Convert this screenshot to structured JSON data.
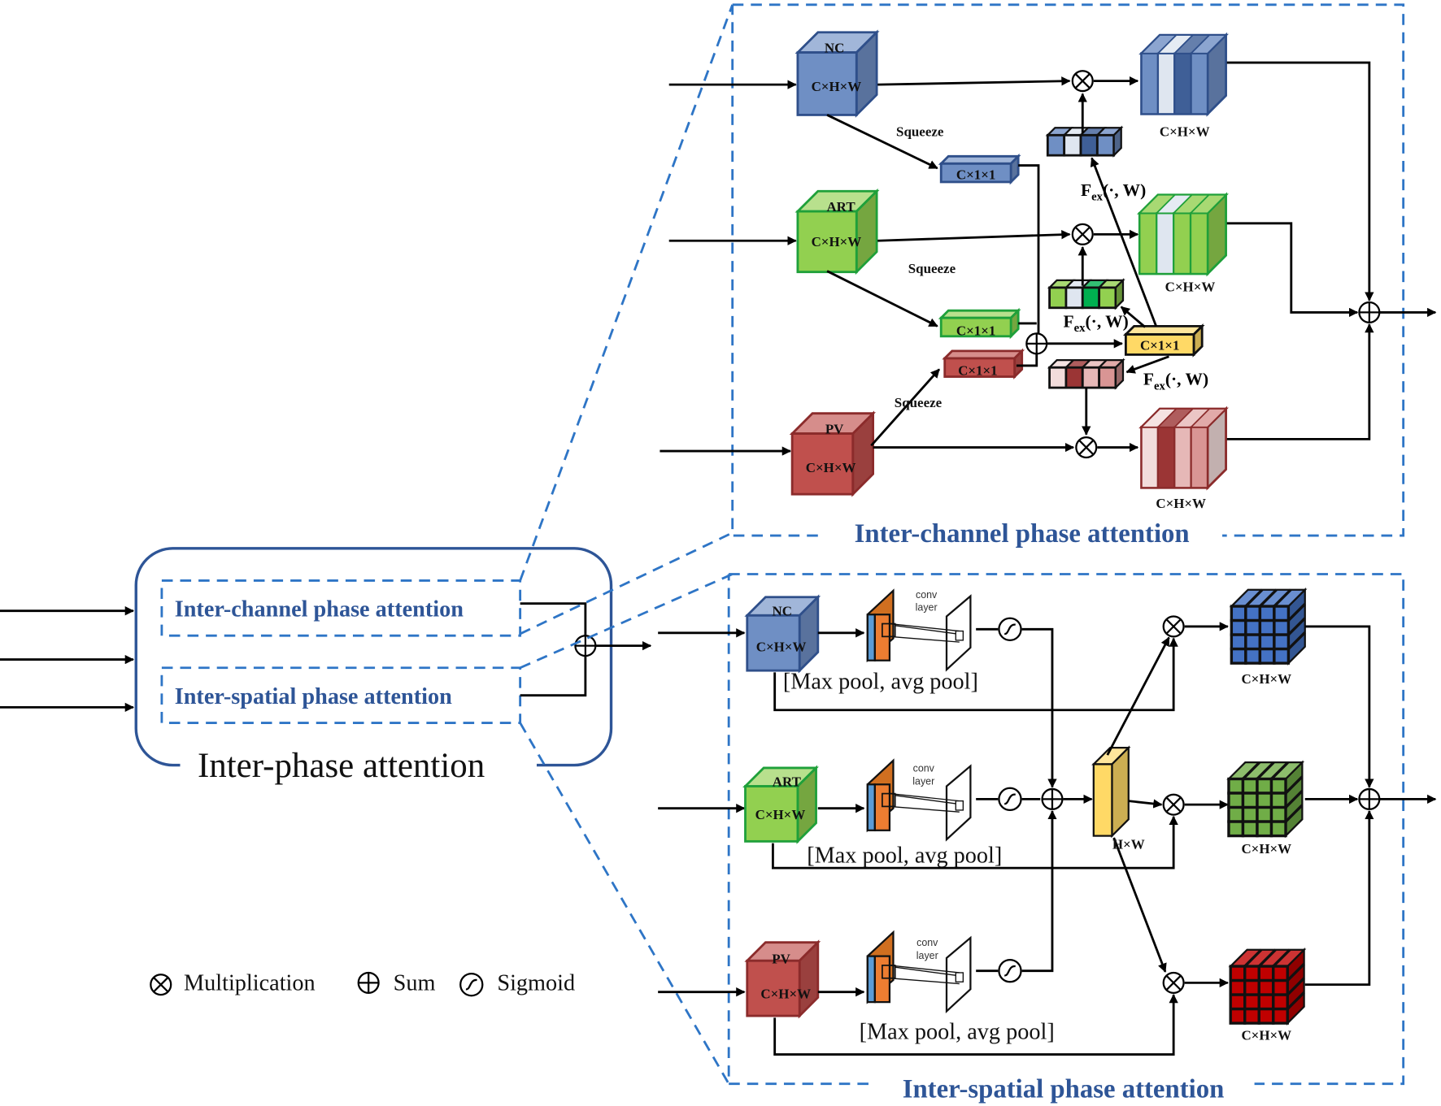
{
  "overview": {
    "title": "Inter-phase attention",
    "inner_boxes": [
      "Inter-channel phase attention",
      "Inter-spatial phase attention"
    ]
  },
  "channel_panel": {
    "title": "Inter-channel phase attention",
    "phases": [
      "NC",
      "ART",
      "PV"
    ],
    "dims": "C×H×W",
    "squeeze": "Squeeze",
    "vector_dims": "C×1×1",
    "fex": {
      "F": "F",
      "sub": "ex",
      "args": "(·, W)"
    }
  },
  "spatial_panel": {
    "title": "Inter-spatial phase attention",
    "phases": [
      "NC",
      "ART",
      "PV"
    ],
    "dims": "C×H×W",
    "conv_label": [
      "conv",
      "layer"
    ],
    "pool_label": "[Max pool, avg pool]",
    "map_dims": "H×W"
  },
  "legend": [
    {
      "icon": "multiplication-icon",
      "label": "Multiplication"
    },
    {
      "icon": "sum-icon",
      "label": "Sum"
    },
    {
      "icon": "sigmoid-icon",
      "label": "Sigmoid"
    }
  ],
  "colors": {
    "accent_blue": "#2e5597",
    "nc": "#6f8fc4",
    "art": "#92d050",
    "pv": "#c0504d",
    "fused": "#ffd966"
  }
}
